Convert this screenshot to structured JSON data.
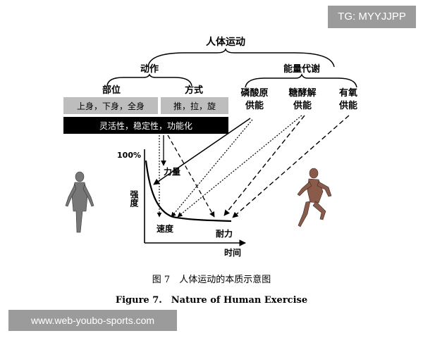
{
  "watermarks": {
    "top": "TG: MYYJJPP",
    "bottom": "www.web-youbo-sports.com"
  },
  "diagram": {
    "root": "人体运动",
    "action": "动作",
    "energy": "能量代谢",
    "part": "部位",
    "method": "方式",
    "part_values": "上身，下身，全身",
    "method_values": "推，拉，旋",
    "qualities": "灵活性，稳定性，功能化",
    "energy_items": [
      {
        "line1": "磷酸原",
        "line2": "供能"
      },
      {
        "line1": "糖酵解",
        "line2": "供能"
      },
      {
        "line1": "有氧",
        "line2": "供能"
      }
    ],
    "curve": {
      "y_max_label": "100%",
      "y_axis": "强度",
      "x_axis": "时间",
      "strength": "力量",
      "speed": "速度",
      "endurance": "耐力"
    }
  },
  "caption": {
    "chinese": "图 7　人体运动的本质示意图",
    "english": "Figure 7.　Nature of Human Exercise"
  }
}
